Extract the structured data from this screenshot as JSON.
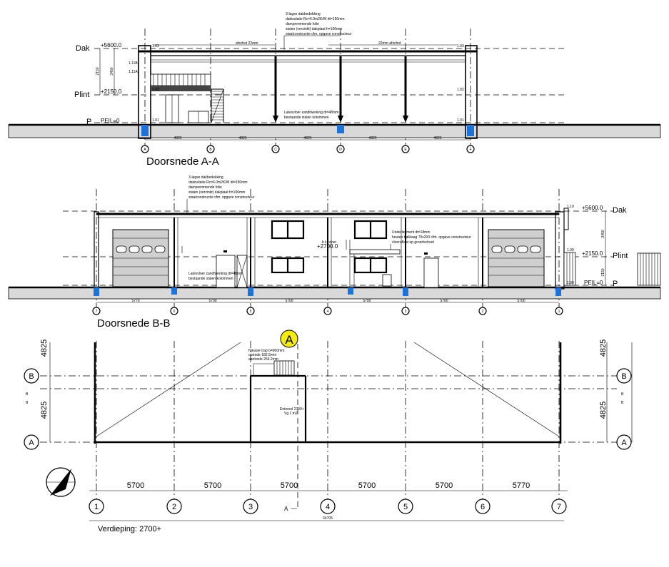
{
  "section_aa": {
    "title": "Doorsnede A-A",
    "grid": [
      "A",
      "B",
      "C",
      "D",
      "E",
      "F"
    ],
    "spans": [
      "4825",
      "4825",
      "4825",
      "4825",
      "4825"
    ],
    "levels": [
      {
        "name": "Dak",
        "value": "+5600.0"
      },
      {
        "name": "Plint",
        "value": "+2150.0"
      },
      {
        "name": "P",
        "value": "PEIL=0"
      }
    ],
    "marks": [
      "1.03",
      "1.11B",
      "1.11A",
      "1.02",
      "1.01",
      "1.03",
      "1.02",
      "1.01"
    ],
    "dims": [
      "3450",
      "2150"
    ],
    "roof_note": [
      "3-lagse dakbedekking",
      "dakisolatie Rc=6.0m2K/W dt=150mm",
      "dampremmende folie",
      "stalen (verzinkt) dakplaat h=106mm",
      "staalconstructie cfm. opgave constructeur"
    ],
    "slope_left": "afschot 22mm",
    "slope_right": "22mm afschot",
    "floor_note": [
      "Latexvloer zandfwerking dt=48mm",
      "bestaande stalen kolommen"
    ]
  },
  "section_bb": {
    "title": "Doorsnede B-B",
    "grid": [
      "7",
      "6",
      "5",
      "4",
      "3",
      "2",
      "1"
    ],
    "spans": [
      "5770",
      "5700",
      "5700",
      "5700",
      "5700",
      "5700"
    ],
    "levels": [
      {
        "name": "Dak",
        "value": "+5600.0"
      },
      {
        "name": "Plint",
        "value": "+2150.0"
      },
      {
        "name": "P",
        "value": "PEIL=0"
      }
    ],
    "marks": [
      "1.10",
      "1.09",
      "1.08"
    ],
    "dims": [
      "3450",
      "2150"
    ],
    "floor_level": "+2700.0",
    "floor_level_label": "b.k. vloer",
    "roof_note": [
      "3-lagse dakbedekking",
      "dakisolatie Rc=6.0m2K/W dt=150mm",
      "dampremmende folie",
      "stalen (verzinkt) dakplaat h=106mm",
      "staalconstructie cfm. opgave constructeur"
    ],
    "mezz_note": [
      "Underlayment dt=18mm",
      "houten balklaag 70x200 cfm. opgave constructeur",
      "vloeraflaat op grondschuot"
    ],
    "floor_note": [
      "Latexvloer zandfwerking dt=48mm",
      "bestaande stalen kolommen"
    ]
  },
  "plan": {
    "grid_numbers": [
      "1",
      "2",
      "3",
      "4",
      "5",
      "6",
      "7"
    ],
    "grid_letters": [
      "A",
      "B"
    ],
    "spans": [
      "5700",
      "5700",
      "5700",
      "5700",
      "5700",
      "5770"
    ],
    "total": "34705",
    "side_dims": [
      "4825",
      "4825",
      "4825",
      "4825"
    ],
    "section_marker": "A",
    "section_arrow_b": "B",
    "section_arrow_a": "A",
    "floor_label": "Verdieping: 2700+",
    "stair_note": [
      "Nieuwe trap b=900mm",
      "optrede 182.5mm",
      "aantrede 254.2mm"
    ],
    "room_note": [
      "Entresol 2700+",
      "Vg 1 m2"
    ]
  }
}
